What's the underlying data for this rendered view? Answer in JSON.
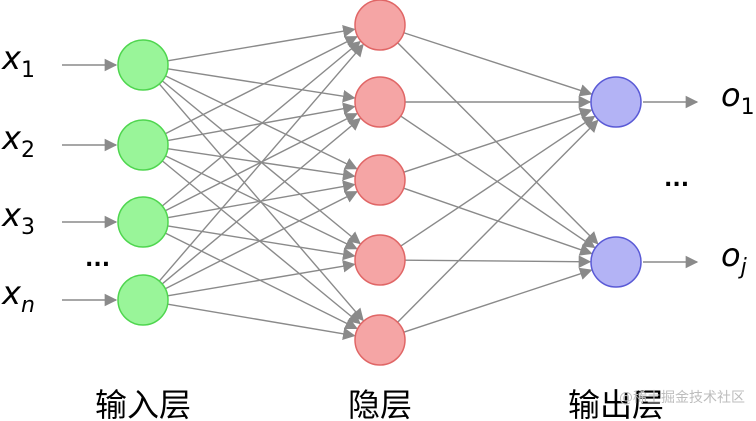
{
  "diagram": {
    "inputs": [
      {
        "base": "x",
        "sub": "1"
      },
      {
        "base": "x",
        "sub": "2"
      },
      {
        "base": "x",
        "sub": "3"
      },
      {
        "base": "x",
        "sub": "n"
      }
    ],
    "outputs": [
      {
        "base": "o",
        "sub": "1"
      },
      {
        "base": "o",
        "sub": "j"
      }
    ],
    "input_ellipsis": "...",
    "output_ellipsis": "...",
    "layers": {
      "input_label": "输入层",
      "hidden_label": "隐层",
      "output_label": "输出层"
    },
    "node_counts": {
      "input": 4,
      "hidden": 5,
      "output": 2
    },
    "colors": {
      "input_fill": "#99f599",
      "input_stroke": "#4fd64f",
      "hidden_fill": "#f5a5a5",
      "hidden_stroke": "#e06666",
      "output_fill": "#b3b3f5",
      "output_stroke": "#5a5ad6",
      "edge": "#8a8a8a"
    }
  },
  "watermark": "@稀土掘金技术社区"
}
